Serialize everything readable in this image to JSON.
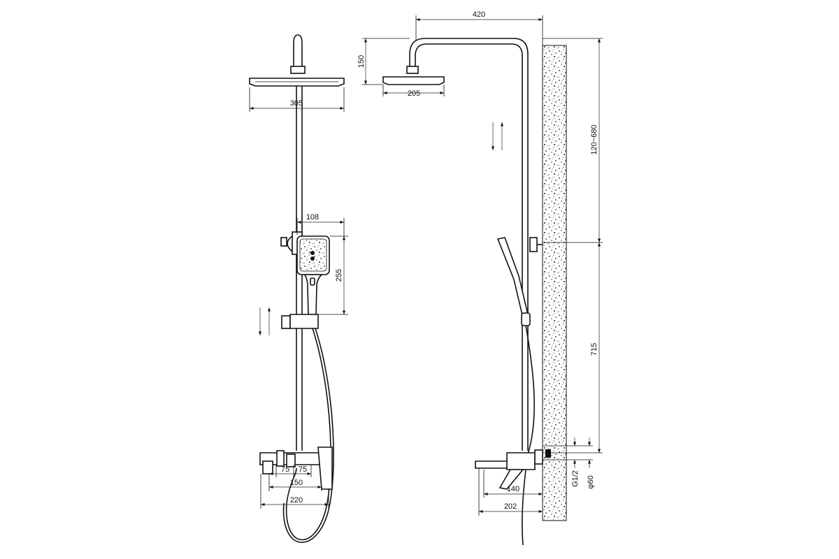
{
  "title": "Shower system dimension drawing",
  "front_view": {
    "head_width": "305",
    "handshower_width": "108",
    "handshower_height": "255",
    "mixer_offset_left": "75",
    "mixer_offset_right": "75",
    "mixer_centers": "150",
    "mixer_width": "220"
  },
  "side_view": {
    "arm_projection": "420",
    "head_drop": "150",
    "head_depth": "205",
    "rail_adjust": "120~680",
    "mixer_to_bracket": "715",
    "mixer_depth": "140",
    "spout_projection": "202",
    "thread": "G1/2",
    "escutcheon": "φ60"
  }
}
